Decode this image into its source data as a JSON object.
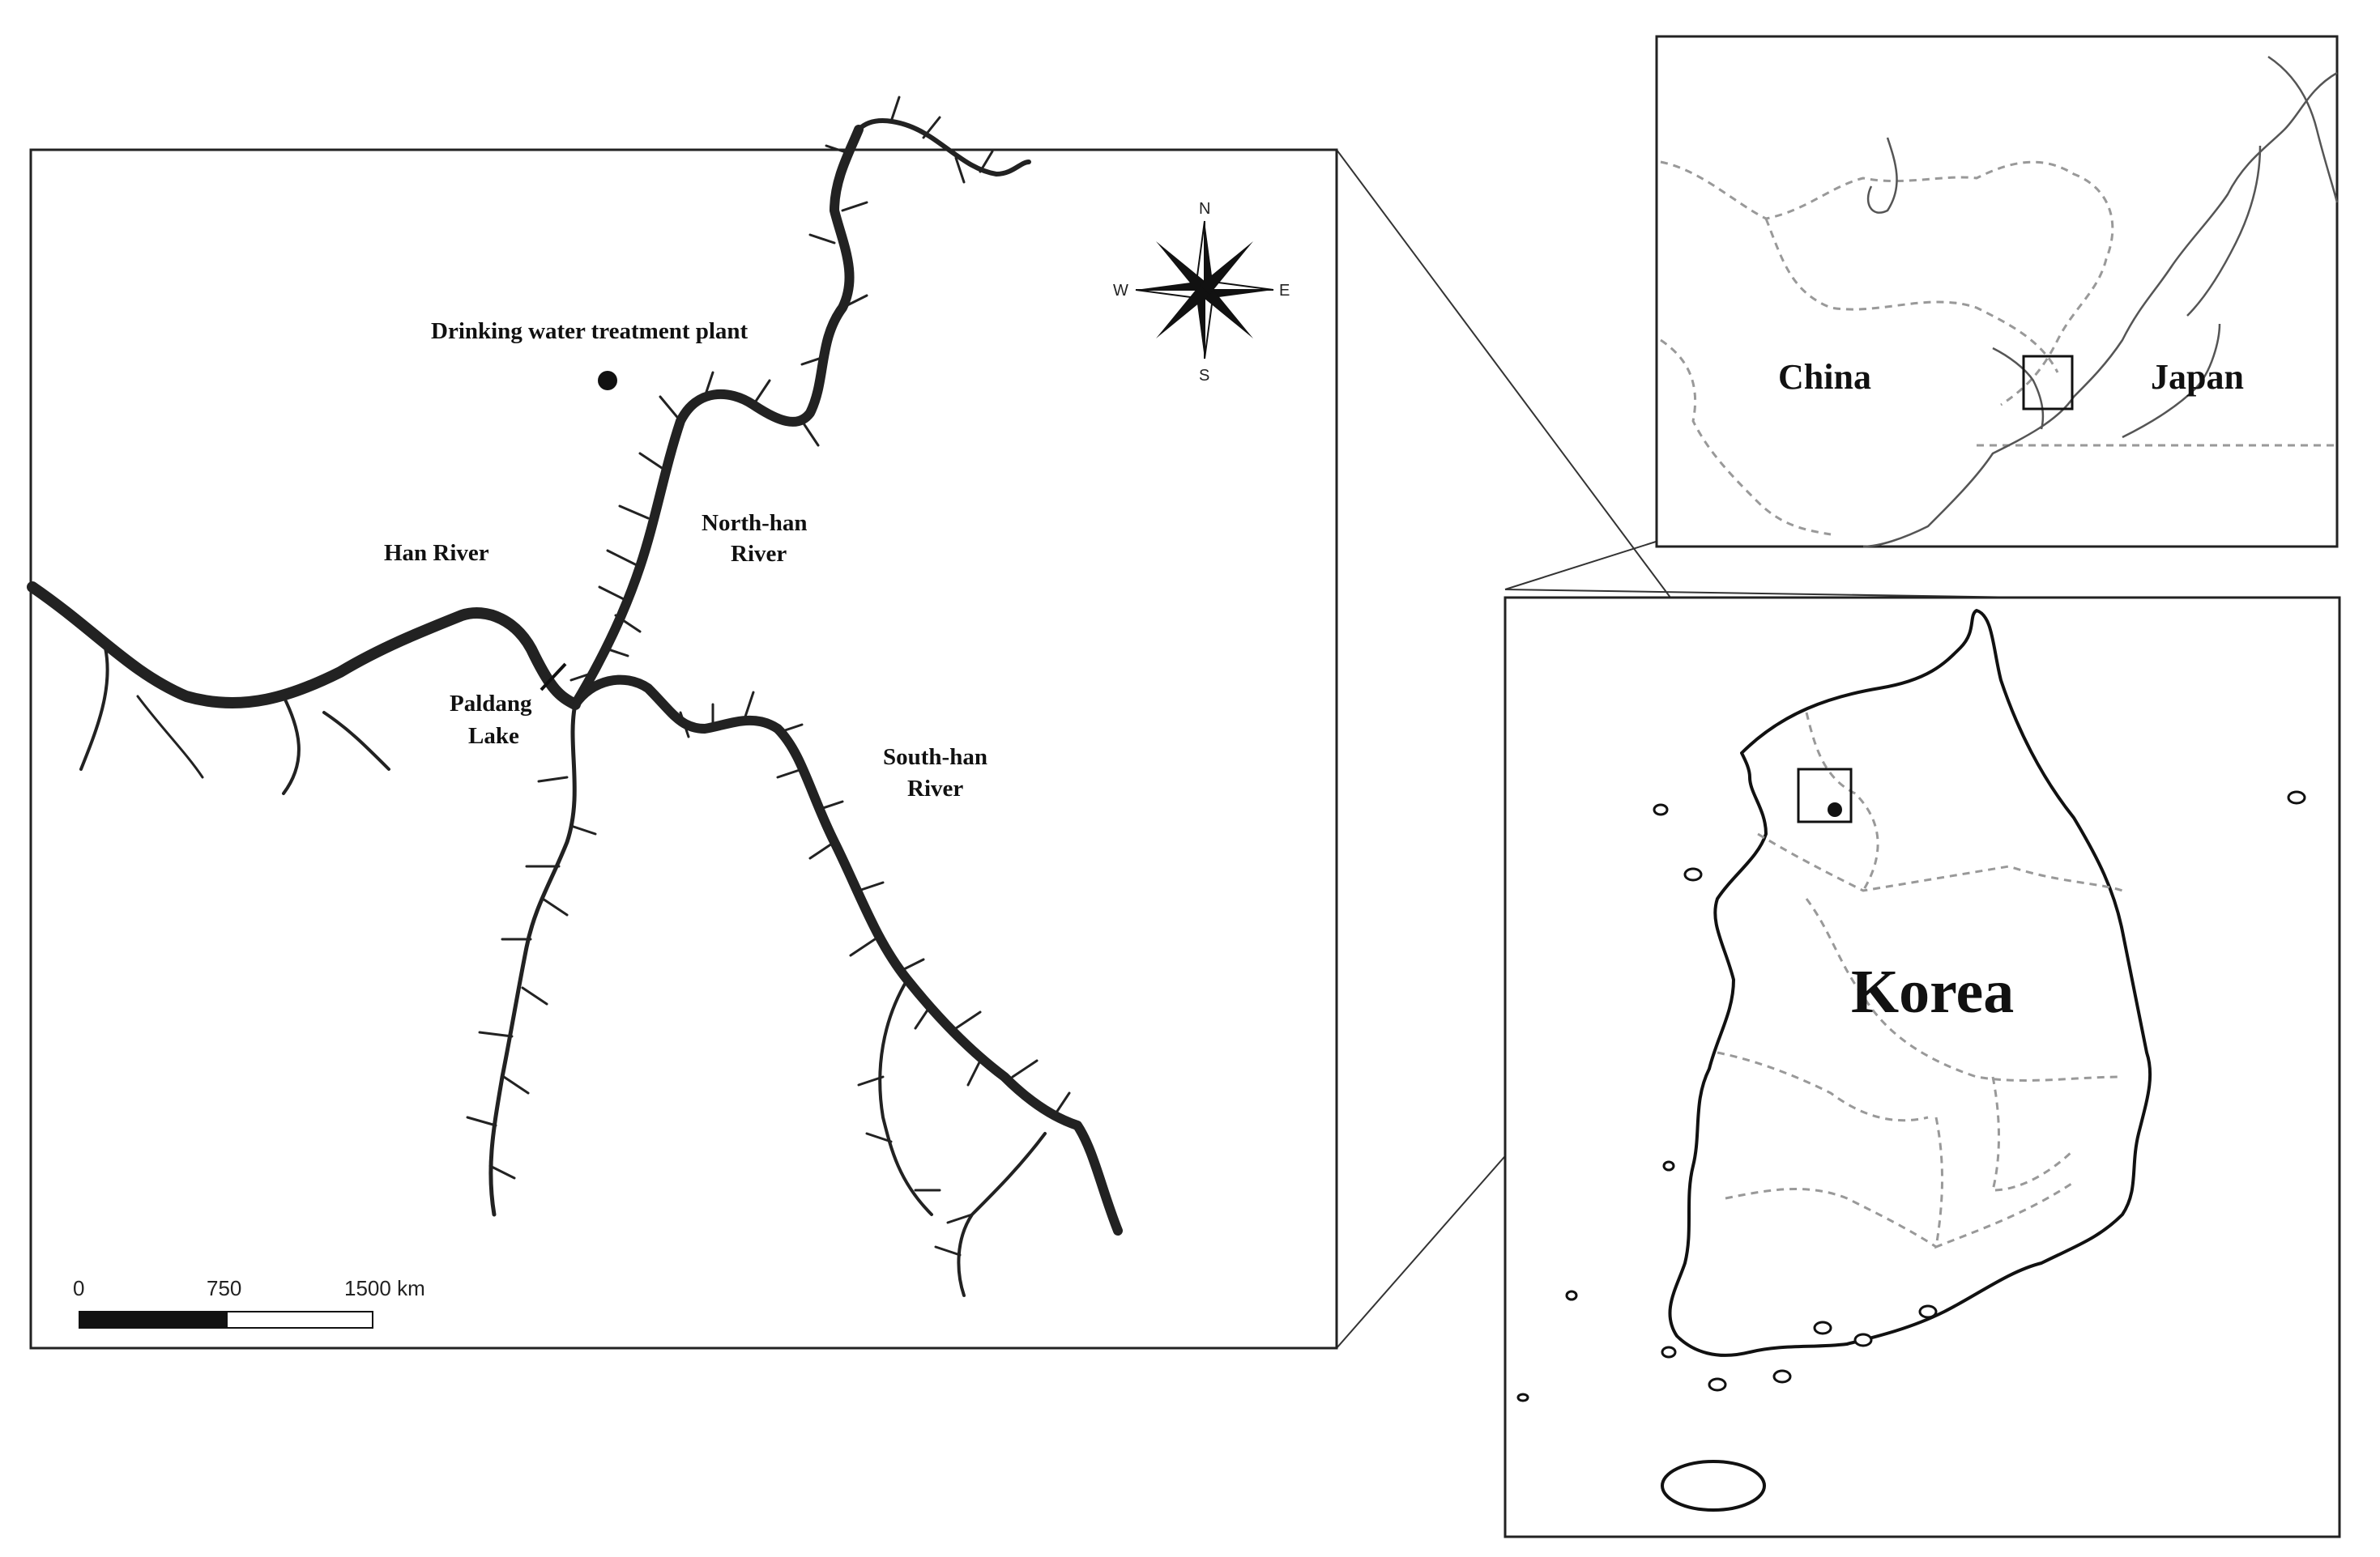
{
  "detail_map": {
    "labels": {
      "plant": "Drinking water treatment plant",
      "han_river": "Han River",
      "north_han_1": "North-han",
      "north_han_2": "River",
      "south_han_1": "South-han",
      "south_han_2": "River",
      "paldang_1": "Paldang",
      "paldang_2": "Lake"
    },
    "compass": {
      "n": "N",
      "s": "S",
      "e": "E",
      "w": "W"
    },
    "scale_bar": {
      "tick_0": "0",
      "tick_1": "750",
      "tick_2": "1500 km"
    }
  },
  "region_map": {
    "labels": {
      "china": "China",
      "japan": "Japan"
    }
  },
  "korea_map": {
    "labels": {
      "korea": "Korea"
    }
  },
  "colors": {
    "line": "#222222",
    "border": "#999999",
    "background": "#ffffff"
  }
}
